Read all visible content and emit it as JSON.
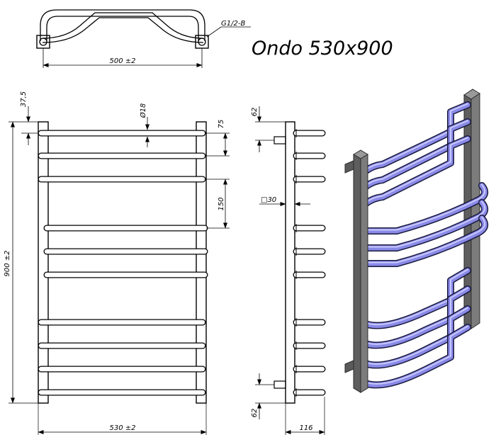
{
  "title": "Ondo 530x900",
  "top_view": {
    "thread_label": "G1/2-B",
    "width_label": "500 ±2"
  },
  "front_view": {
    "top_offset_label": "37,5",
    "tube_diameter_label": "Ø18",
    "first_pitch_label": "75",
    "group_pitch_label": "150",
    "height_label": "900 ±2",
    "width_label": "530 ±2"
  },
  "side_view": {
    "top_label": "62",
    "square_label": "□30",
    "bottom_label": "62",
    "depth_label": "116"
  },
  "colors": {
    "tube_fill": "#8a8ae8",
    "tube_dark": "#1a1a40",
    "post_fill": "#6c6c6c",
    "post_dark": "#2c2c2c"
  }
}
